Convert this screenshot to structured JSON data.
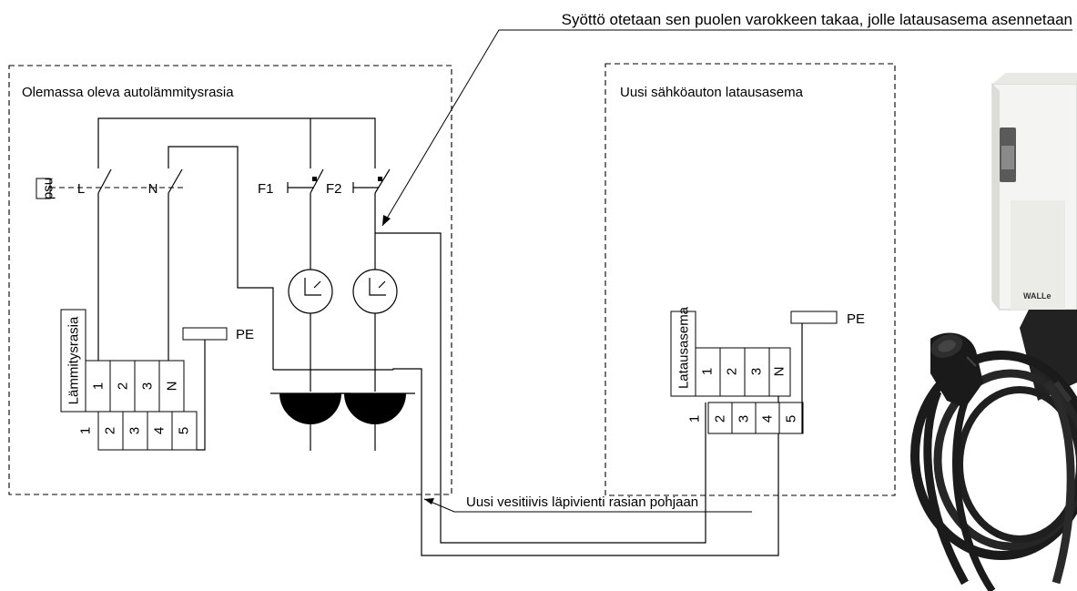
{
  "annotations": {
    "top_note": "Syöttö otetaan sen puolen varokkeen takaa, jolle latausasema asennetaan",
    "bottom_note": "Uusi vesitiivis läpivienti rasian pohjaan"
  },
  "left_box": {
    "title": "Olemassa oleva autolämmitysrasia",
    "device_label": "Lämmitysrasia",
    "psu_label": "psu",
    "switch_labels": [
      "L",
      "N"
    ],
    "fuse_labels": [
      "F1",
      "F2"
    ],
    "pe_label": "PE",
    "upper_terminals": [
      "1",
      "2",
      "3",
      "N"
    ],
    "lower_terminals": [
      "1",
      "2",
      "3",
      "4",
      "5"
    ]
  },
  "right_box": {
    "title": "Uusi sähköauton latausasema",
    "device_label": "Latausasema",
    "pe_label": "PE",
    "upper_terminals": [
      "1",
      "2",
      "3",
      "N"
    ],
    "lower_terminals": [
      "1",
      "2",
      "3",
      "4",
      "5"
    ]
  },
  "product": {
    "brand": "WALLe"
  }
}
